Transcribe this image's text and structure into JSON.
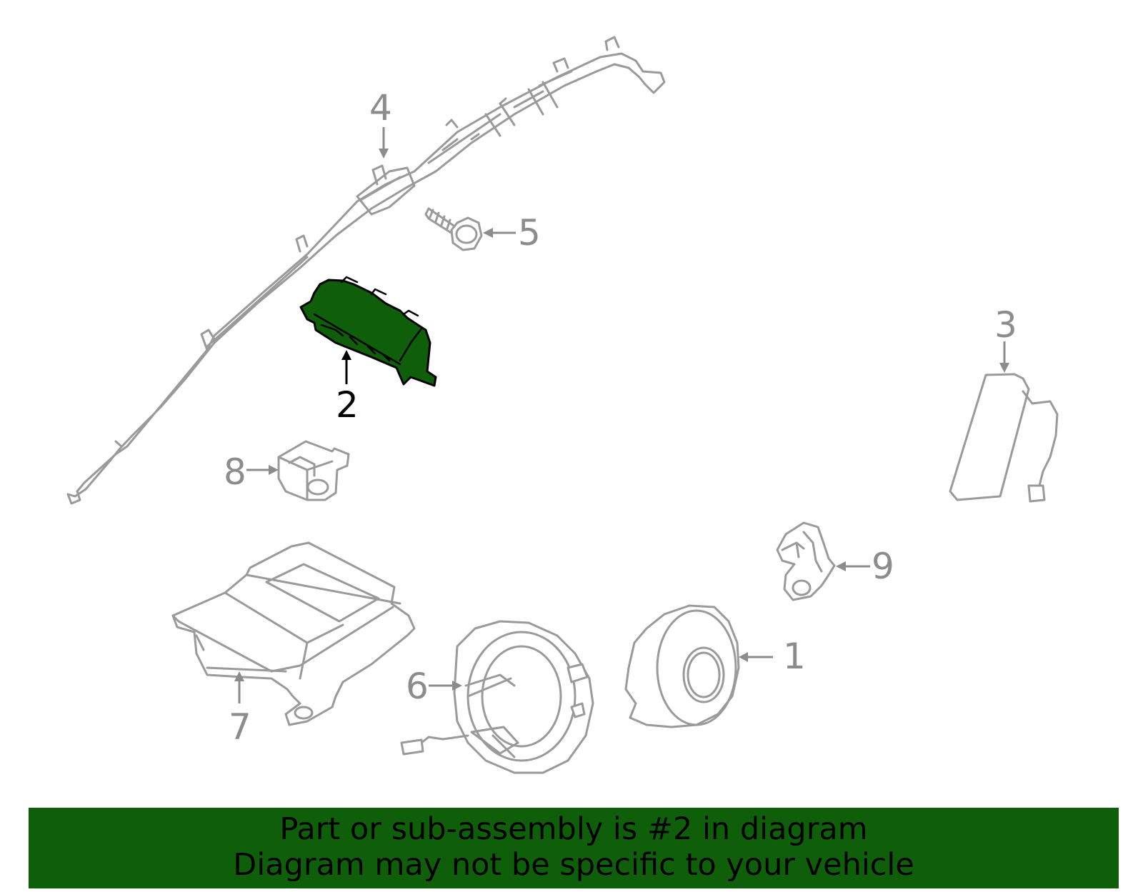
{
  "callouts": {
    "c1": "1",
    "c2": "2",
    "c3": "3",
    "c4": "4",
    "c5": "5",
    "c6": "6",
    "c7": "7",
    "c8": "8",
    "c9": "9"
  },
  "highlighted_part": "2",
  "colors": {
    "highlight": "#0f5e0a",
    "outline": "#9a9a9a",
    "label": "#8c8c8c"
  },
  "banner": {
    "line1": "Part or sub-assembly is #2 in diagram",
    "line2": "Diagram may not be specific to your vehicle"
  }
}
